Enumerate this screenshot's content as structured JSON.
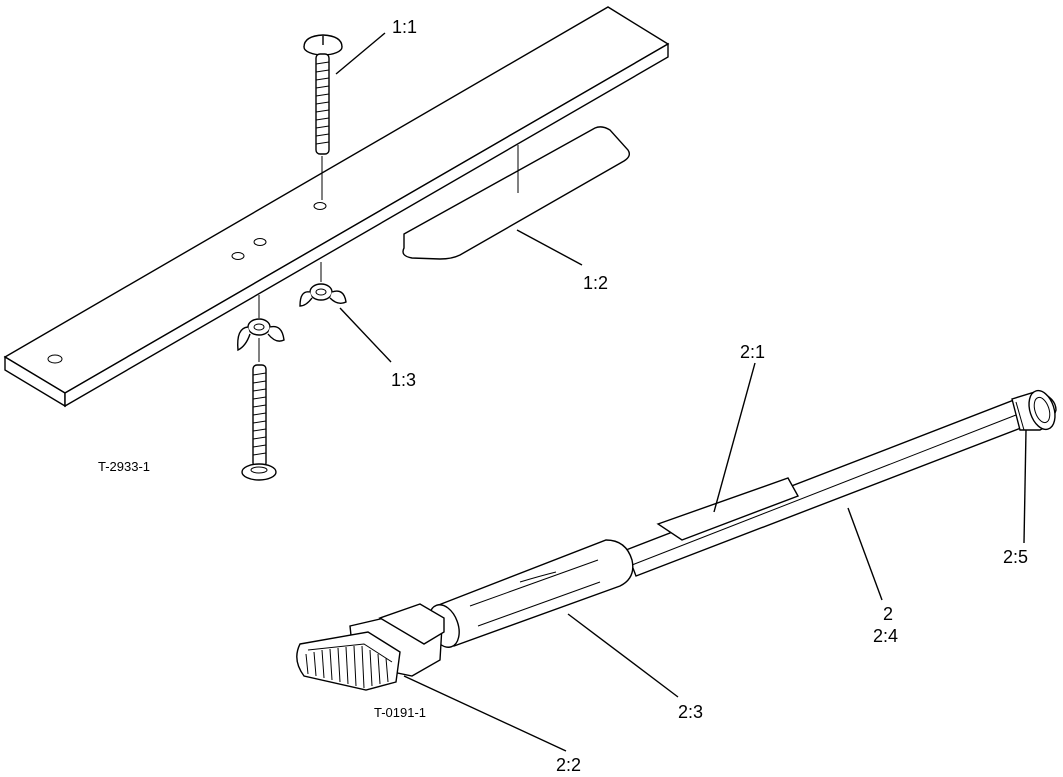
{
  "labels": {
    "p1_1": "1:1",
    "p1_2": "1:2",
    "p1_3": "1:3",
    "p2_1": "2:1",
    "p2": "2",
    "p2_4": "2:4",
    "p2_5": "2:5",
    "p2_3": "2:3",
    "p2_2": "2:2"
  },
  "figure_codes": {
    "upper": "T-2933-1",
    "lower": "T-0191-1"
  }
}
